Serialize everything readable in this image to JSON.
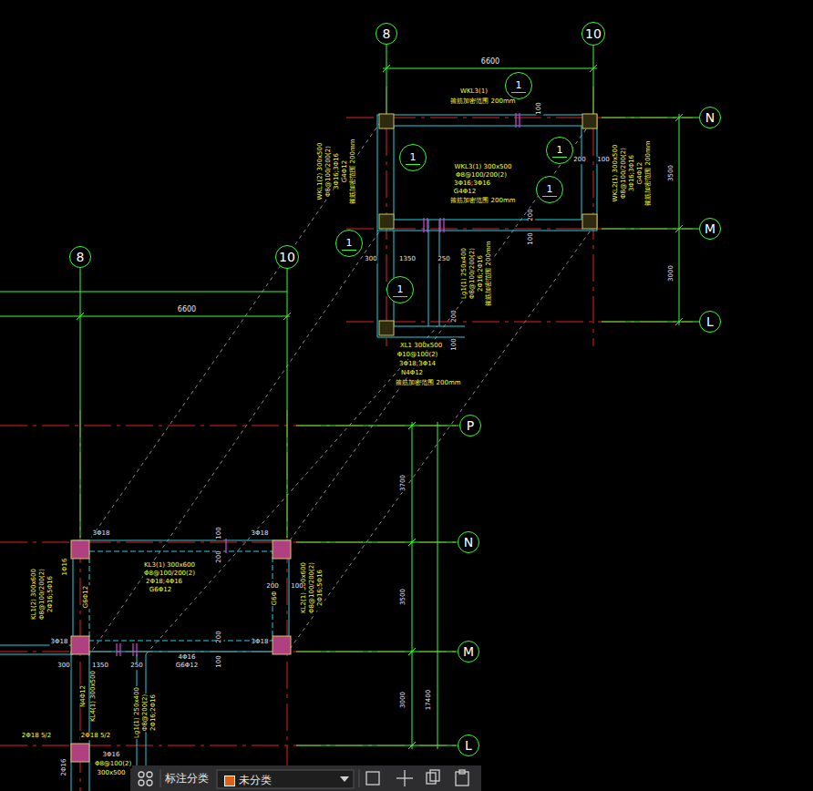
{
  "diagram": {
    "nodes": [
      {
        "text": [
          "8"
        ]
      },
      {
        "text": [
          "10"
        ]
      },
      {
        "text": [
          "N"
        ]
      },
      {
        "text": [
          "M"
        ]
      },
      {
        "text": [
          "L"
        ]
      },
      {
        "text": [
          "1"
        ]
      },
      {
        "text": [
          "1"
        ]
      },
      {
        "text": [
          "1"
        ]
      },
      {
        "text": [
          "1"
        ]
      },
      {
        "text": [
          "1"
        ]
      },
      {
        "text": [
          "1"
        ]
      },
      {
        "text": [
          "8"
        ]
      },
      {
        "text": [
          "10"
        ]
      },
      {
        "text": [
          "P"
        ]
      },
      {
        "text": [
          "N"
        ]
      },
      {
        "text": [
          "M"
        ]
      },
      {
        "text": [
          "L"
        ]
      }
    ],
    "labels": [
      "6600",
      "WKL3(1)",
      "箍筋加密范围 200mm",
      "WKL3(1) 300x500",
      "Φ8@100/200(2)",
      "3Φ16;3Φ16",
      "G4Φ12",
      "箍筋加密范围 200mm",
      "WKL1(2) 300x500",
      "Φ8@100/200(2)",
      "3Φ16;3Φ16",
      "G4Φ12",
      "箍筋加密范围 200mm",
      "WKL2(1) 300x500",
      "Φ8@100/200(2)",
      "3Φ16;3Φ16",
      "G4Φ12",
      "箍筋加密范围 200mm",
      "Lg1(1) 250x400",
      "Φ8@100/200(2)",
      "2Φ16;2Φ16",
      "箍筋加密范围 200mm",
      "XL1 300x500",
      "Φ10@100(2)",
      "3Φ18;3Φ14",
      "N4Φ12",
      "箍筋加密范围 200mm",
      "100",
      "200",
      "100",
      "200",
      "100",
      "300",
      "1350",
      "250",
      "200",
      "100",
      "3500",
      "3000",
      "6600",
      "3Φ18",
      "3Φ18",
      "100",
      "200",
      "KL3(1) 300x600",
      "Φ8@100/200(2)",
      "2Φ18;4Φ16",
      "G6Φ12",
      "KL1(2) 300x600",
      "Φ8@100/200(2)",
      "2Φ16;5Φ16",
      "G6Φ12",
      "1Φ16",
      "KL2(1) 300x600",
      "Φ8@100/200(2)",
      "2Φ16;5Φ16",
      "G6Φ12",
      "200",
      "100",
      "3Φ18",
      "3Φ18",
      "200",
      "100",
      "4Φ16",
      "G6Φ12",
      "300",
      "1350",
      "250",
      "N4Φ12",
      "KL4(1) 300x500",
      "Lg1(1) 250x400",
      "Φ8@200(2)",
      "2Φ16;2Φ16",
      "2Φ18 5/2",
      "2Φ18 5/2",
      "3Φ16",
      "Φ8@100(2)",
      "300x500",
      "2Φ16",
      "3700",
      "3500",
      "3000",
      "17400",
      "标注分类"
    ],
    "legend": [
      {
        "text": "未分类",
        "color": "#e0601a"
      }
    ]
  }
}
